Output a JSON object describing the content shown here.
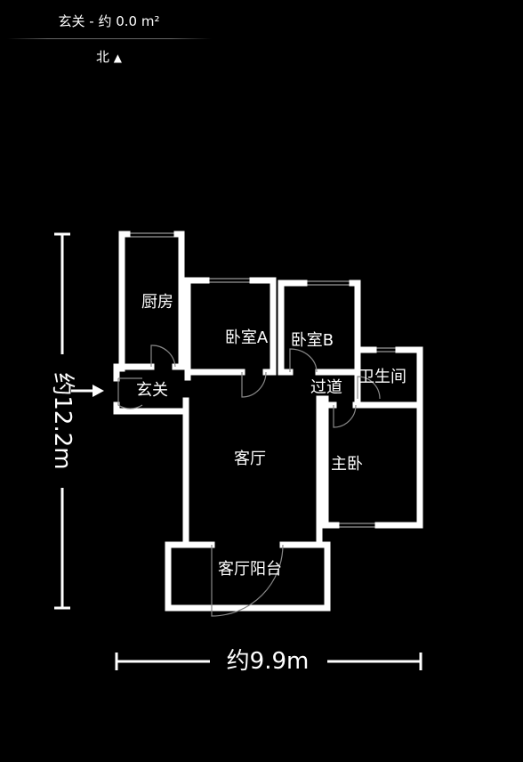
{
  "header": {
    "title": "玄关 - 约 0.0 m²",
    "compass_label": "北",
    "compass_arrow": "▲"
  },
  "rooms": {
    "kitchen": "厨房",
    "bedroom_a": "卧室A",
    "bedroom_b": "卧室B",
    "entrance": "玄关",
    "corridor": "过道",
    "bathroom": "卫生间",
    "living_room": "客厅",
    "master_bedroom": "主卧",
    "living_balcony": "客厅阳台"
  },
  "dimensions": {
    "height": "约12.2m",
    "width": "约9.9m"
  },
  "colors": {
    "background": "#000000",
    "wall": "#ffffff",
    "door": "#888888"
  }
}
